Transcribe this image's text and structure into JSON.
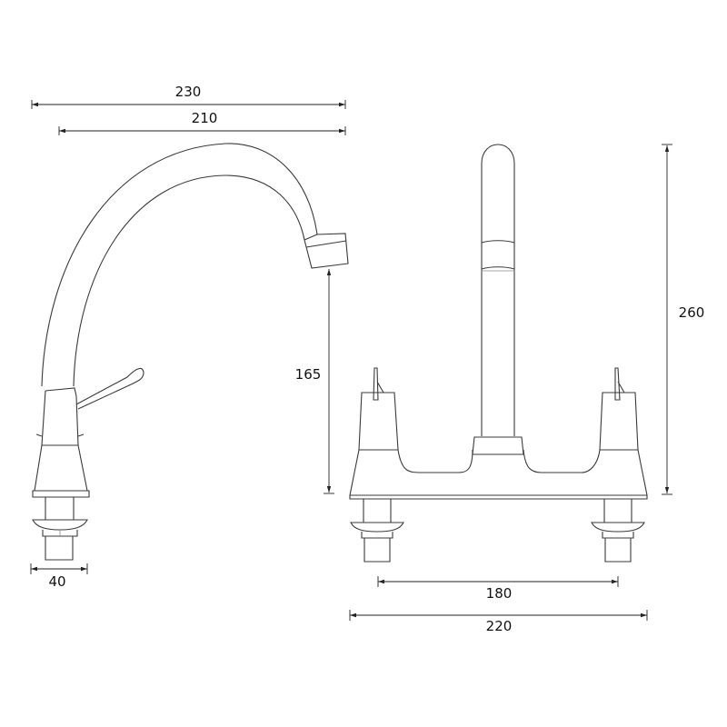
{
  "diagram": {
    "type": "technical-dimension-drawing",
    "subject": "deck-mounted mixer tap with swivel spout and lever handles",
    "views": [
      {
        "name": "side-view",
        "dimensions": {
          "overall_width": "230",
          "spout_reach": "210",
          "spout_outlet_height": "165",
          "base_width": "40"
        }
      },
      {
        "name": "front-view",
        "dimensions": {
          "overall_height": "260",
          "tap_centres": "180",
          "overall_width": "220"
        }
      }
    ]
  },
  "labels": {
    "dim_230": "230",
    "dim_210": "210",
    "dim_165": "165",
    "dim_40": "40",
    "dim_260": "260",
    "dim_180": "180",
    "dim_220": "220"
  },
  "colors": {
    "line": "#3a3a3a",
    "dimension": "#222222",
    "background": "#ffffff"
  }
}
